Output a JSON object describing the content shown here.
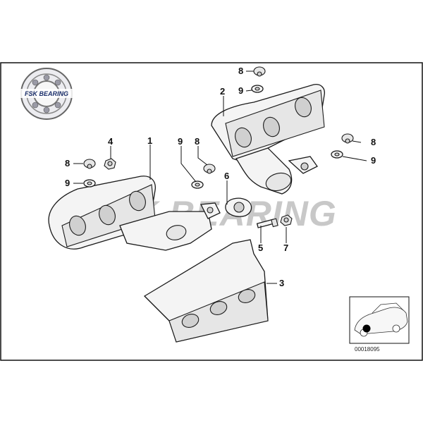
{
  "logo": {
    "text": "FSK BEARING"
  },
  "watermark": {
    "text": "FSK BEARING"
  },
  "callouts": {
    "n1": "1",
    "n2": "2",
    "n3": "3",
    "n4": "4",
    "n5": "5",
    "n6": "6",
    "n7": "7",
    "n8a": "8",
    "n8b": "8",
    "n8c": "8",
    "n8d": "8",
    "n9a": "9",
    "n9b": "9",
    "n9c": "9",
    "n9d": "9"
  },
  "inset": {
    "code": "00018095"
  },
  "colors": {
    "line": "#1a1a1a",
    "watermark": "#c8c8c8",
    "logo": "#1b2f6b",
    "inset_marker": "#000000"
  }
}
